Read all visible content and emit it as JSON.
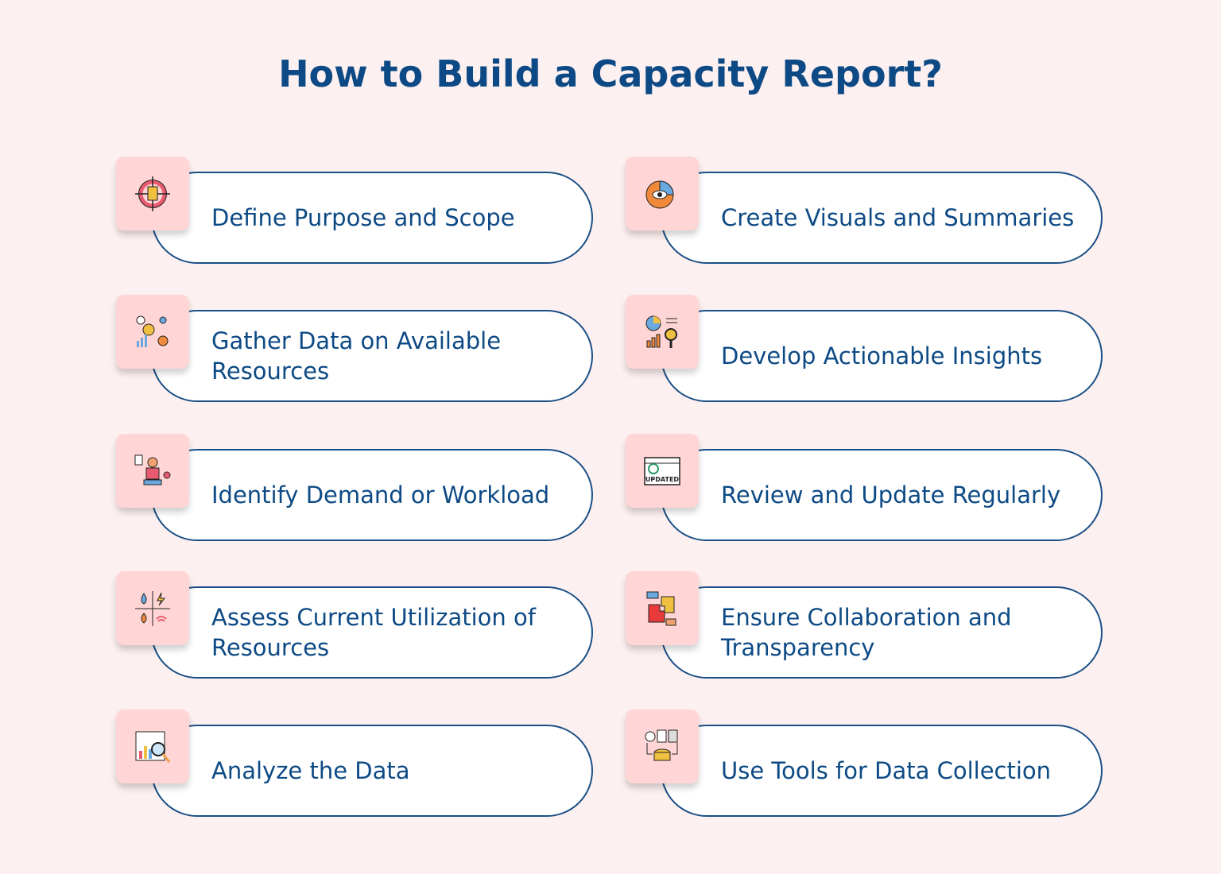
{
  "title": "How to Build a Capacity Report?",
  "steps": [
    {
      "label": "Define Purpose and Scope",
      "icon": "target-document-icon"
    },
    {
      "label": "Gather Data on Available Resources",
      "icon": "resources-gear-icon"
    },
    {
      "label": "Identify Demand or Workload",
      "icon": "workload-person-icon"
    },
    {
      "label": "Assess Current Utilization of Resources",
      "icon": "utilities-icon"
    },
    {
      "label": "Analyze the Data",
      "icon": "analytics-magnifier-icon"
    },
    {
      "label": "Create Visuals and Summaries",
      "icon": "pie-chart-eye-icon"
    },
    {
      "label": "Develop Actionable Insights",
      "icon": "insights-chart-icon"
    },
    {
      "label": "Review and Update Regularly",
      "icon": "updated-window-icon"
    },
    {
      "label": "Ensure Collaboration and Transparency",
      "icon": "puzzle-collaboration-icon"
    },
    {
      "label": "Use Tools for Data Collection",
      "icon": "database-tools-icon"
    }
  ],
  "icon_text": {
    "updated": "UPDATED"
  },
  "colors": {
    "background": "#fdf0f0",
    "accent": "#0d4a85",
    "icon_bg": "#ffd5d5"
  }
}
